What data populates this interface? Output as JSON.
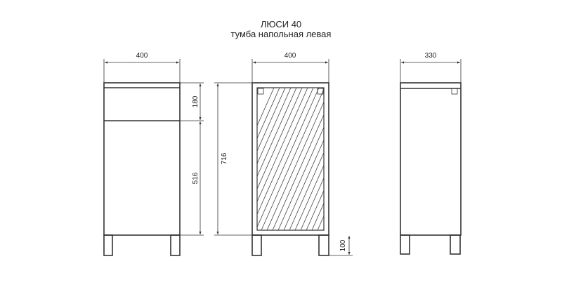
{
  "title": "ЛЮСИ 40",
  "subtitle": "тумба напольная левая",
  "dimensions": {
    "front_width": "400",
    "back_width": "400",
    "side_depth": "330",
    "drawer_height": "180",
    "door_height": "516",
    "body_height": "716",
    "leg_height": "100"
  }
}
